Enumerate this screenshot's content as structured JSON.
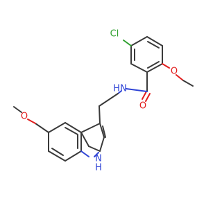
{
  "molecule": {
    "atoms": {
      "chlorine": "Cl",
      "amide_oxygen": "O",
      "benzoyl_methoxy_oxygen": "O",
      "indole_methoxy_oxygen": "O",
      "amide_nitrogen": "N",
      "amide_nitrogen_h": "H",
      "indole_nitrogen": "N",
      "indole_nitrogen_h": "H"
    },
    "colors": {
      "bond": "#3a3a3a",
      "carbon": "#3a3a3a",
      "chlorine": "#2ea02e",
      "oxygen": "#e21c1c",
      "nitrogen": "#2f44d6"
    }
  }
}
